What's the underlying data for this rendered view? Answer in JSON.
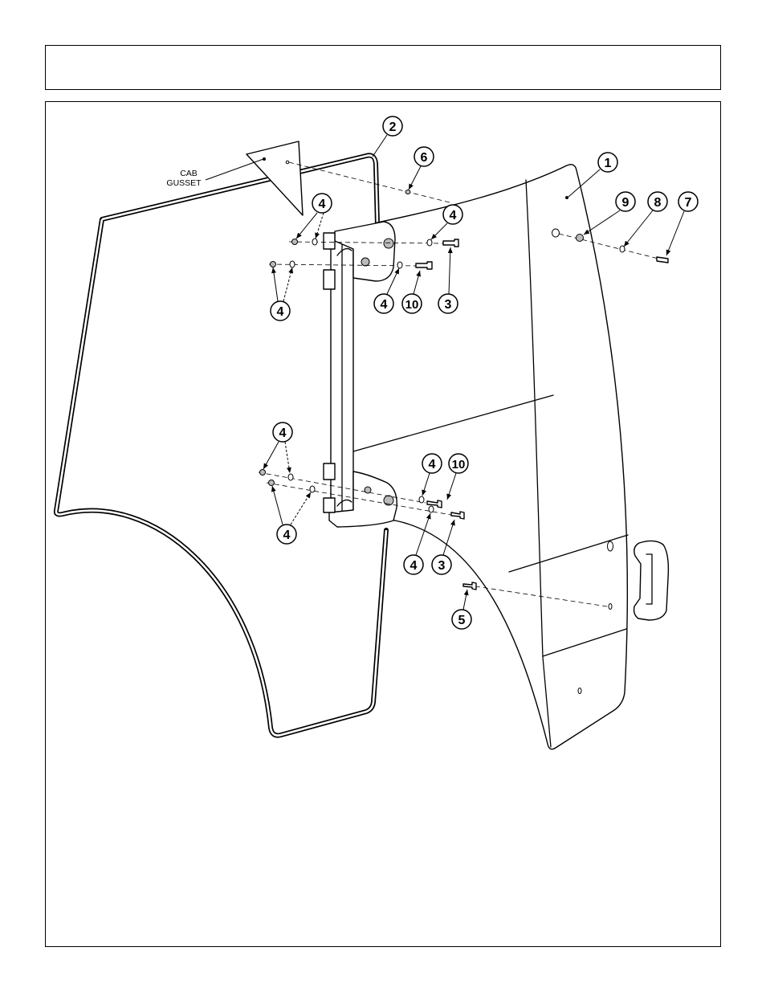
{
  "labels": {
    "cab": "CAB",
    "gusset": "GUSSET"
  },
  "callouts": [
    {
      "label": "2"
    },
    {
      "label": "6"
    },
    {
      "label": "1"
    },
    {
      "label": "9"
    },
    {
      "label": "8"
    },
    {
      "label": "7"
    },
    {
      "label": "4"
    },
    {
      "label": "4"
    },
    {
      "label": "4"
    },
    {
      "label": "4"
    },
    {
      "label": "10"
    },
    {
      "label": "3"
    },
    {
      "label": "4"
    },
    {
      "label": "4"
    },
    {
      "label": "10"
    },
    {
      "label": "4"
    },
    {
      "label": "4"
    },
    {
      "label": "3"
    },
    {
      "label": "5"
    }
  ]
}
